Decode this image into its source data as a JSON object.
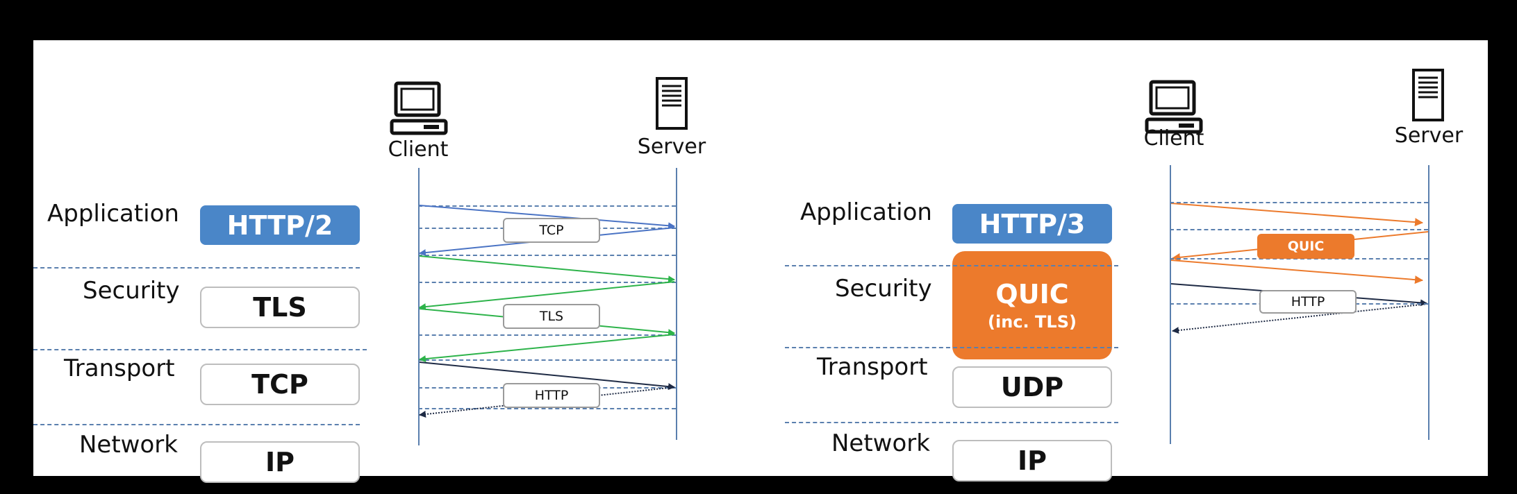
{
  "left": {
    "layers": [
      "Application",
      "Security",
      "Transport",
      "Network"
    ],
    "boxes": {
      "application": "HTTP/2",
      "security": "TLS",
      "transport": "TCP",
      "network": "IP"
    },
    "client_label": "Client",
    "server_label": "Server",
    "messages": [
      "TCP",
      "TLS",
      "HTTP"
    ]
  },
  "right": {
    "layers": [
      "Application",
      "Security",
      "Transport",
      "Network"
    ],
    "boxes": {
      "application": "HTTP/3",
      "security": "QUIC",
      "security_sub": "(inc. TLS)",
      "transport": "UDP",
      "network": "IP"
    },
    "client_label": "Client",
    "server_label": "Server",
    "messages": [
      "QUIC",
      "HTTP"
    ]
  },
  "colors": {
    "tcp_arrow": "#4a73c4",
    "tls_arrow": "#2db34a",
    "http_arrow": "#1e2a44",
    "quic_arrow": "#ec7a2c",
    "http2_box": "#4a86c8",
    "quic_box": "#ec7a2c"
  },
  "icons": [
    "computer-icon",
    "server-icon"
  ]
}
